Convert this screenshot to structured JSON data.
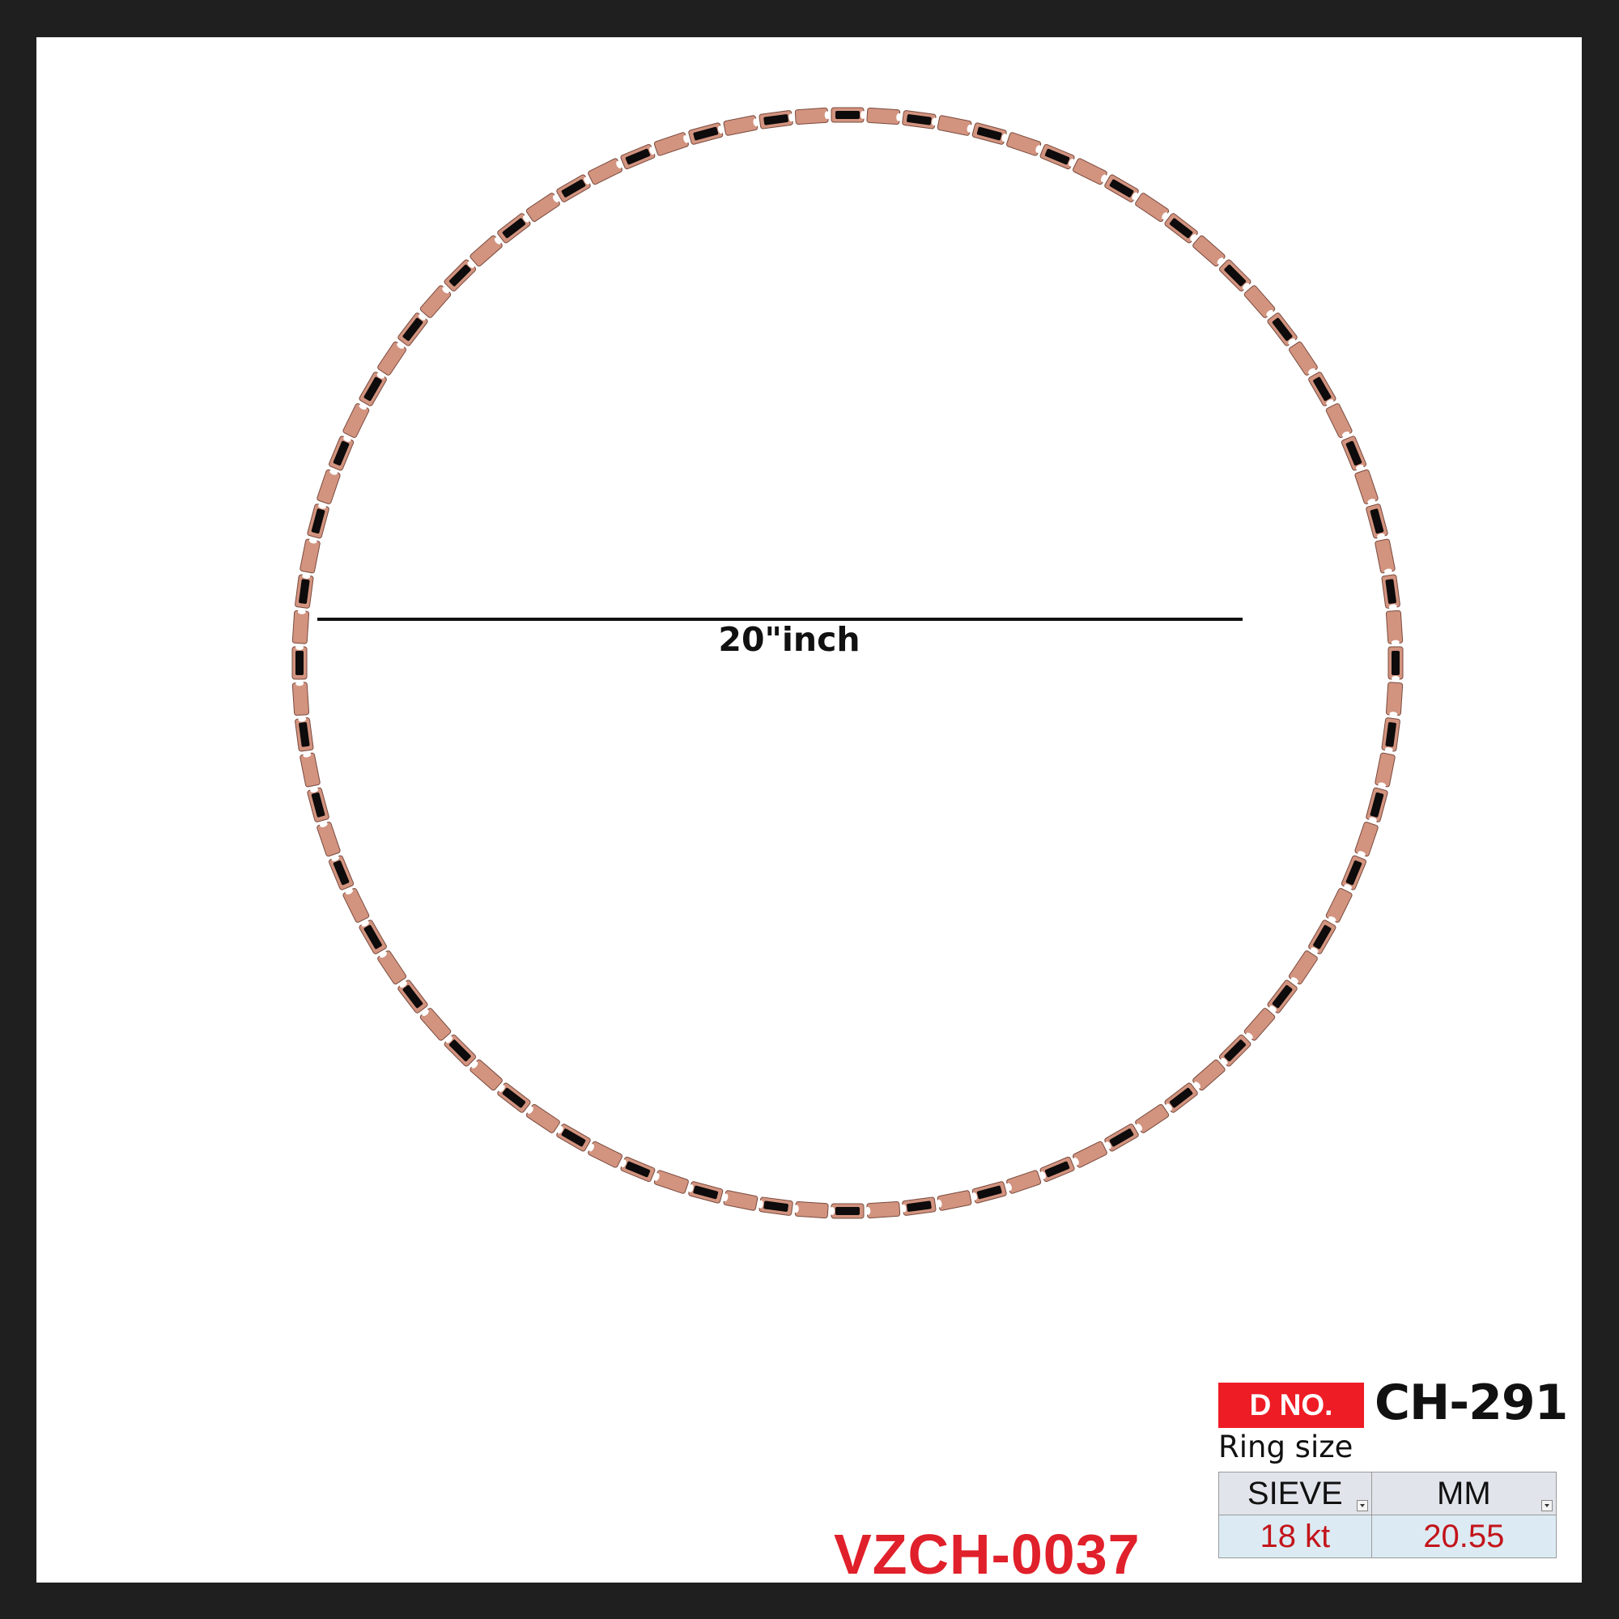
{
  "measurement": {
    "label": "20\"inch"
  },
  "design": {
    "code": "VZCH-0037",
    "d_no_label": "D NO.",
    "d_no_value": "CH-291",
    "ring_size_label": "Ring size",
    "table": {
      "headers": [
        "SIEVE",
        "MM"
      ],
      "values": [
        "18 kt",
        "20.55"
      ]
    }
  },
  "colors": {
    "frame": "#1f1f1f",
    "metal": "#d2937f",
    "enamel": "#0d0b0b",
    "accent_red": "#ee1c25"
  }
}
